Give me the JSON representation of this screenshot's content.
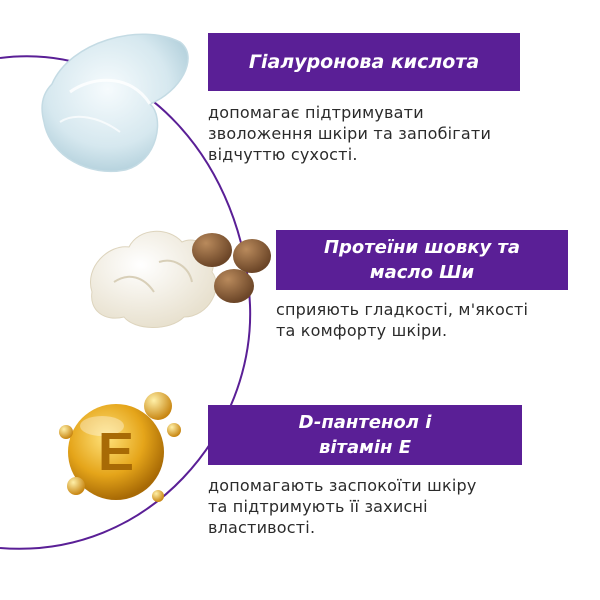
{
  "colors": {
    "brand_purple": "#5a1f96",
    "text": "#2b2b2b",
    "background": "#ffffff"
  },
  "ingredients": [
    {
      "icon": "gel-smear-icon",
      "title_lines": [
        "Гіалуронова кислота"
      ],
      "desc_lines": [
        "допомагає підтримувати",
        "зволоження шкіри та запобігати",
        "відчуттю сухості."
      ]
    },
    {
      "icon": "shea-butter-nuts-icon",
      "title_lines": [
        "Протеїни шовку та",
        "масло Ши"
      ],
      "desc_lines": [
        "сприяють гладкості, м'якості",
        "та комфорту шкіри."
      ]
    },
    {
      "icon": "vitamin-e-capsule-icon",
      "title_lines": [
        "D-пантенол і",
        "вітамін Е"
      ],
      "desc_lines": [
        "допомагають заспокоїти шкіру",
        "та підтримують її захисні",
        "властивості."
      ]
    }
  ],
  "vitamin_letter": "E"
}
